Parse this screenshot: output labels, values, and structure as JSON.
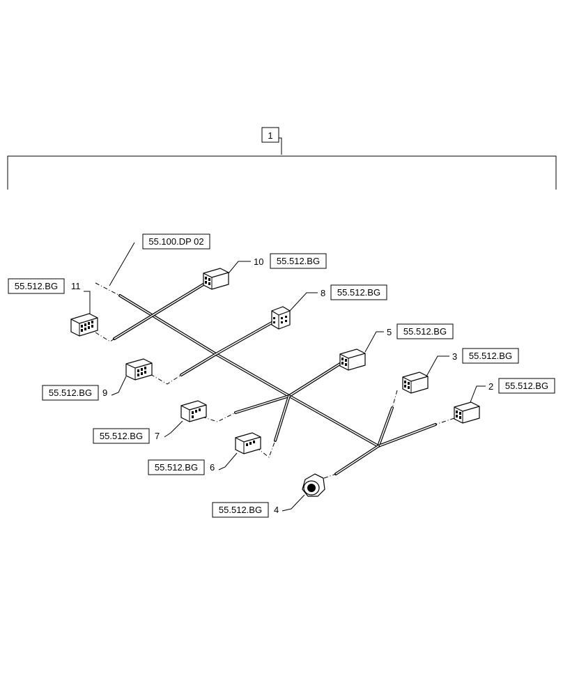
{
  "assembly_item": "1",
  "callouts": [
    {
      "id": "c11",
      "number": "11",
      "ref": "55.512.BG"
    },
    {
      "id": "c10",
      "number": "10",
      "ref": "55.512.BG"
    },
    {
      "id": "c9",
      "number": "9",
      "ref": "55.512.BG"
    },
    {
      "id": "c8",
      "number": "8",
      "ref": "55.512.BG"
    },
    {
      "id": "c7",
      "number": "7",
      "ref": "55.512.BG"
    },
    {
      "id": "c6",
      "number": "6",
      "ref": "55.512.BG"
    },
    {
      "id": "c5",
      "number": "5",
      "ref": "55.512.BG"
    },
    {
      "id": "c4",
      "number": "4",
      "ref": "55.512.BG"
    },
    {
      "id": "c3",
      "number": "3",
      "ref": "55.512.BG"
    },
    {
      "id": "c2",
      "number": "2",
      "ref": "55.512.BG"
    }
  ],
  "harness_ref": "55.100.DP 02"
}
